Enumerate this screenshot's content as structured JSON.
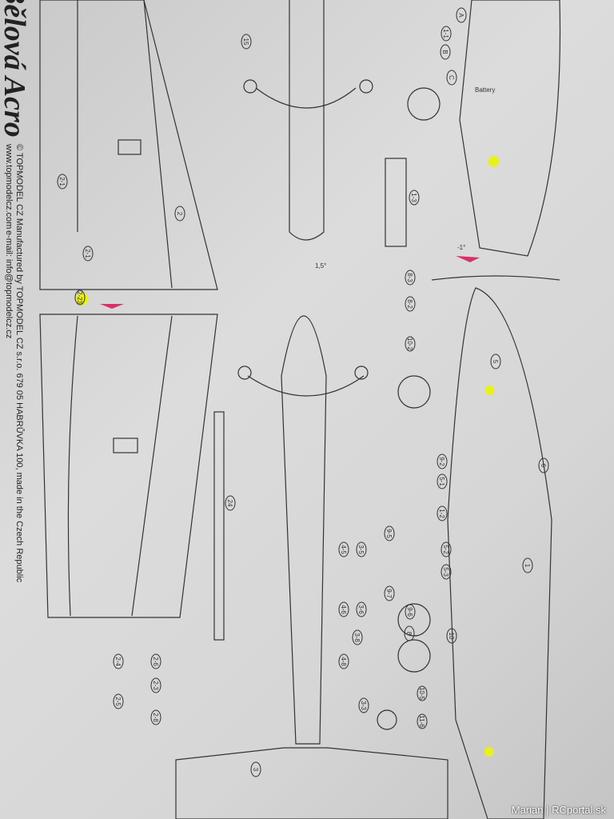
{
  "plan": {
    "title": "Bělová Acro",
    "maker_line": "© TOPMODEL CZ Manufactured by TOPMODEL CZ s.r.o. 679 05 HABRŮVKA 100, made in the Czech Republic",
    "website": "www.topmodelcz.com",
    "email": "e-mail: info@topmodelcz.cz",
    "angle_top": "1,5°",
    "angle_side": "-1°",
    "battery_label": "Battery",
    "part_labels": [
      "2",
      "2-1",
      "2-23",
      "24",
      "15",
      "1-1",
      "1-3",
      "8-3",
      "8-2",
      "10-2",
      "5-1",
      "9-2",
      "1-2",
      "9-5",
      "4-5",
      "3-5",
      "5-2",
      "5-3",
      "9-7",
      "9-6",
      "4-6",
      "3-6",
      "3-8",
      "4-8",
      "10",
      "8",
      "3-3",
      "10-5",
      "11-6",
      "2-8",
      "2-5",
      "2-4",
      "2-6",
      "2-3",
      "2-1",
      "1",
      "3",
      "5",
      "6",
      "A",
      "B",
      "C"
    ]
  },
  "colors": {
    "highlight": "#e8f020",
    "marker": "#d8306a"
  },
  "watermark": "Marian | RCportal.sk"
}
